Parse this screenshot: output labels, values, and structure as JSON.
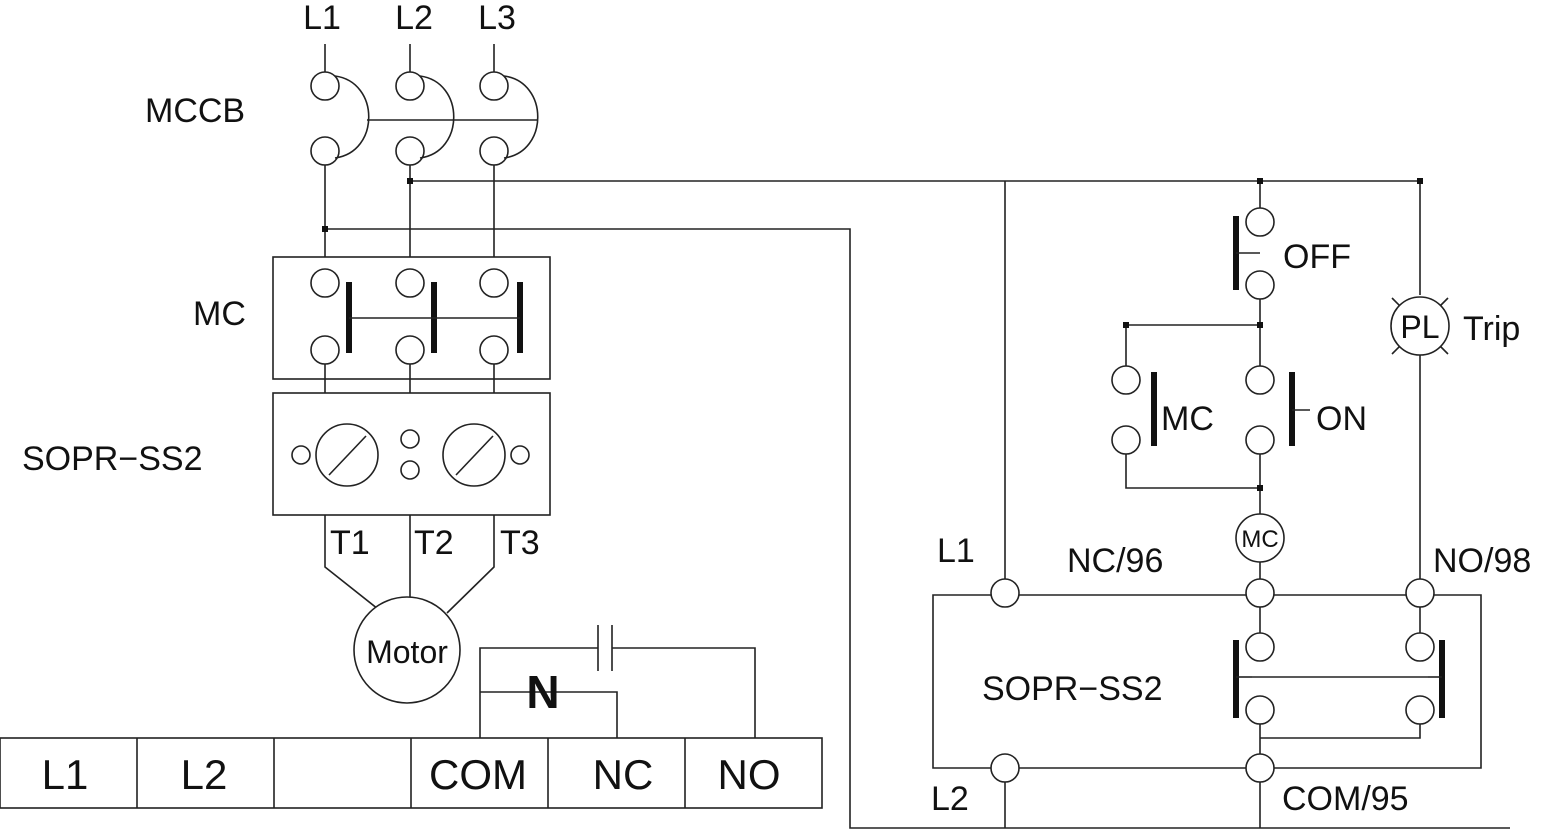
{
  "power": {
    "phase_labels": [
      "L1",
      "L2",
      "L3"
    ],
    "breaker_label": "MCCB",
    "contactor_label": "MC",
    "relay_label": "SOPR−SS2",
    "output_labels": [
      "T1",
      "T2",
      "T3"
    ],
    "motor_label": "Motor",
    "neutral_label": "N"
  },
  "terminal_strip": {
    "cells": [
      "L1",
      "L2",
      "",
      "COM",
      "NC",
      "NO"
    ]
  },
  "control": {
    "supply_l1": "L1",
    "supply_l2": "L2",
    "off_label": "OFF",
    "on_label": "ON",
    "hold_label": "MC",
    "coil_label": "MC",
    "lamp_label": "PL",
    "lamp_caption": "Trip",
    "nc_label": "NC/96",
    "no_label": "NO/98",
    "com_label": "COM/95",
    "relay_label": "SOPR−SS2"
  }
}
